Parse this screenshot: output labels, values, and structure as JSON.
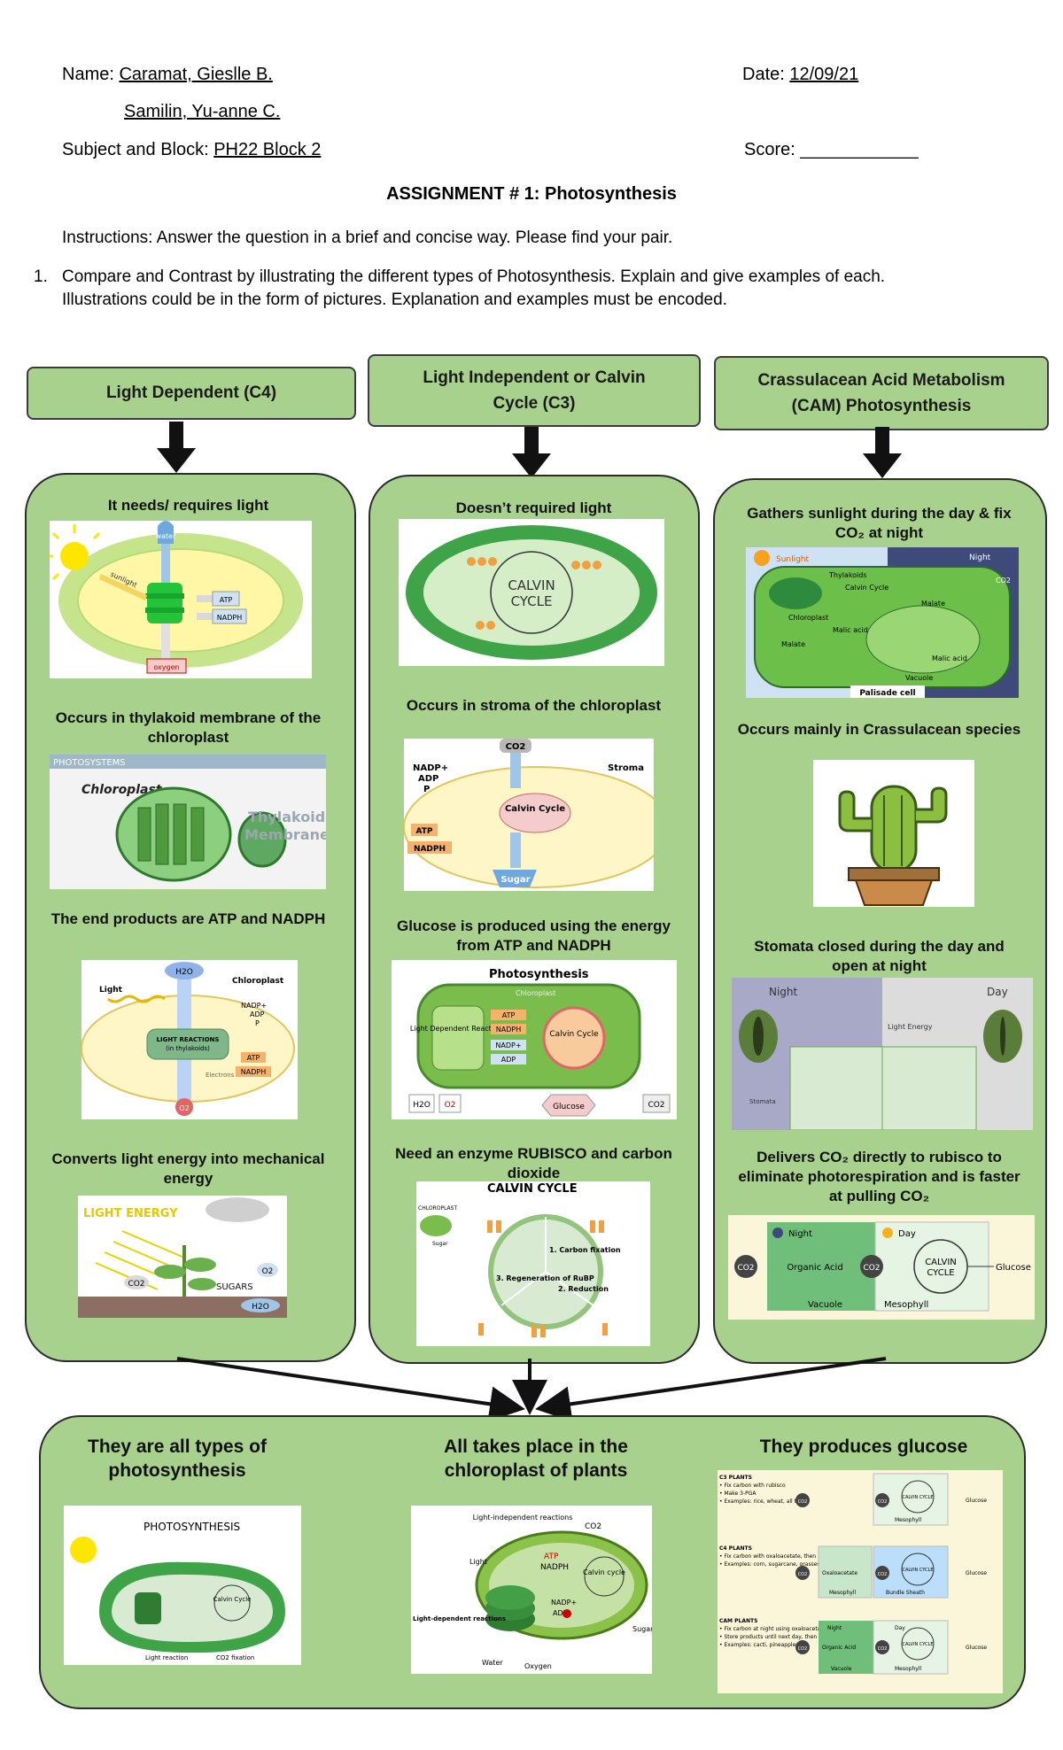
{
  "header": {
    "name_label": "Name: ",
    "name_value_1": "Caramat, Gieslle B. ",
    "name_value_2": "Samilin, Yu-anne C.",
    "date_label": "Date: ",
    "date_value": "12/09/21",
    "subject_label": "Subject and Block: ",
    "subject_value": "PH22 Block 2 ",
    "score_label": "Score: ",
    "score_blank": "____________"
  },
  "assignment_title": "ASSIGNMENT # 1: Photosynthesis",
  "instructions": "Instructions: Answer the question in a brief and concise way. Please find your pair.",
  "question": {
    "number": "1.",
    "line1": "Compare and Contrast by illustrating the different types of Photosynthesis. Explain and give examples of each.",
    "line2": "Illustrations could be in the form of pictures. Explanation and examples must be encoded."
  },
  "columns": [
    {
      "heading": "Light Dependent (C4)",
      "items": [
        {
          "caption": "It needs/ requires light",
          "labels": {
            "water": "water",
            "sunlight": "sunlight",
            "atp": "ATP",
            "nadph": "NADPH",
            "oxygen": "oxygen"
          }
        },
        {
          "caption": "Occurs in thylakoid membrane of the chloroplast",
          "labels": {
            "banner": "PHOTOSYSTEMS",
            "chloroplast": "Chloroplast",
            "thylakoid": "Thylakoid",
            "membrane": "Membrane"
          }
        },
        {
          "caption": "The end products are ATP and NADPH",
          "labels": {
            "h2o": "H2O",
            "chloroplast": "Chloroplast",
            "light": "Light",
            "nadp": "NADP+",
            "adp": "ADP",
            "p": "P",
            "reactions": "LIGHT REACTIONS",
            "thylakoids": "(in thylakoids)",
            "electrons": "Electrons",
            "atp": "ATP",
            "nadph": "NADPH",
            "o2": "O2"
          }
        },
        {
          "caption": "Converts light energy into mechanical energy",
          "labels": {
            "light_energy": "LIGHT ENERGY",
            "co2": "CO2",
            "sugars": "SUGARS",
            "o2": "O2",
            "h2o": "H2O"
          }
        }
      ]
    },
    {
      "heading": "Light Independent or Calvin Cycle (C3)",
      "items": [
        {
          "caption": "Doesn’t required light",
          "labels": {
            "cycle1": "CALVIN",
            "cycle2": "CYCLE"
          }
        },
        {
          "caption": "Occurs in stroma of the chloroplast",
          "labels": {
            "co2": "CO2",
            "nadp": "NADP+",
            "adp": "ADP",
            "p": "P",
            "stroma": "Stroma",
            "cycle": "Calvin Cycle",
            "atp": "ATP",
            "nadph": "NADPH",
            "sugar": "Sugar"
          }
        },
        {
          "caption": "Glucose is produced using the energy from ATP and NADPH",
          "labels": {
            "title": "Photosynthesis",
            "chloroplast": "Chloroplast",
            "light_dep": "Light Dependent Reactions",
            "atp": "ATP",
            "nadph": "NADPH",
            "nadp": "NADP+",
            "adp": "ADP",
            "calvin": "Calvin Cycle",
            "h2o": "H2O",
            "o2": "O2",
            "glucose": "Glucose",
            "co2": "CO2"
          }
        },
        {
          "caption": "Need an enzyme RUBISCO and carbon dioxide",
          "labels": {
            "title": "CALVIN CYCLE",
            "chloroplast": "CHLOROPLAST",
            "fixation": "1. Carbon fixation",
            "reduction": "2. Reduction",
            "regeneration": "3. Regeneration of RuBP",
            "sugar": "Sugar"
          }
        }
      ]
    },
    {
      "heading": "Crassulacean Acid Metabolism (CAM) Photosynthesis",
      "items": [
        {
          "caption": "Gathers sunlight during the day & fix CO₂ at night",
          "labels": {
            "sunlight": "Sunlight",
            "night": "Night",
            "thylakoids": "Thylakoids",
            "calvin": "Calvin Cycle",
            "chloroplast": "Chloroplast",
            "co2": "CO2",
            "malate1": "Malate",
            "malate2": "Malate",
            "malic1": "Malic acid",
            "malic2": "Malic acid",
            "vacuole": "Vacuole",
            "palisade": "Palisade cell"
          }
        },
        {
          "caption": "Occurs mainly in Crassulacean species",
          "labels": {}
        },
        {
          "caption": "Stomata closed during the day and open at night",
          "labels": {
            "night": "Night",
            "day": "Day",
            "light_energy": "Light Energy",
            "stomata": "Stomata"
          }
        },
        {
          "caption": "Delivers CO₂ directly to rubisco to eliminate photorespiration and is faster at pulling CO₂",
          "labels": {
            "night": "Night",
            "day": "Day",
            "co2": "CO2",
            "organic": "Organic Acid",
            "calvin1": "CALVIN",
            "calvin2": "CYCLE",
            "glucose": "Glucose",
            "vacuole": "Vacuole",
            "mesophyll": "Mesophyll"
          }
        }
      ]
    }
  ],
  "similarities": [
    {
      "caption": "They are all types of photosynthesis",
      "labels": {
        "title": "PHOTOSYNTHESIS",
        "light_reaction": "Light reaction",
        "fixation": "CO2 fixation",
        "calvin": "Calvin Cycle"
      }
    },
    {
      "caption": "All takes place in the chloroplast of plants",
      "labels": {
        "light_indep": "Light-independent reactions",
        "co2": "CO2",
        "light": "Light",
        "atp": "ATP",
        "nadph": "NADPH",
        "calvin": "Calvin cycle",
        "nadp": "NADP+",
        "adp": "ADP",
        "light_dep": "Light-dependent reactions",
        "sugar": "Sugar",
        "water": "Water",
        "oxygen": "Oxygen"
      }
    },
    {
      "caption": "They produces glucose",
      "labels": {
        "c3_title": "C3 PLANTS",
        "c3_l1": "• Fix carbon with rubisco",
        "c3_l2": "• Make 3-PGA",
        "c3_l3": "• Examples: rice, wheat, all trees",
        "c4_title": "C4 PLANTS",
        "c4_l1": "• Fix carbon with oxaloacetate, then rubisco",
        "c4_l2": "• Examples: corn, sugarcane, grasses",
        "cam_title": "CAM PLANTS",
        "cam_l1": "• Fix carbon at night using oxaloacetate",
        "cam_l2": "• Store products until next day, then fix using rubisco",
        "cam_l3": "• Examples: cacti, pineapples",
        "co2": "CO2",
        "calvin": "CALVIN CYCLE",
        "glucose": "Glucose",
        "mesophyll": "Mesophyll",
        "oxaloacetate": "Oxaloacetate",
        "bundle": "Bundle Sheath",
        "organic": "Organic Acid",
        "night": "Night",
        "day": "Day",
        "vacuole": "Vacuole"
      }
    }
  ]
}
